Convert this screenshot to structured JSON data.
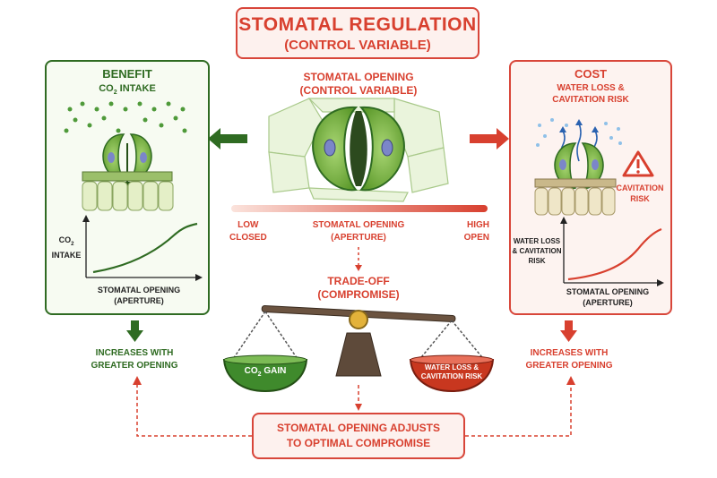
{
  "title": {
    "main": "STOMATAL REGULATION",
    "sub": "(CONTROL VARIABLE)"
  },
  "center": {
    "heading_line1": "STOMATAL OPENING",
    "heading_line2": "(CONTROL VARIABLE)",
    "scale_low_1": "LOW",
    "scale_low_2": "CLOSED",
    "scale_mid_1": "STOMATAL OPENING",
    "scale_mid_2": "(APERTURE)",
    "scale_high_1": "HIGH",
    "scale_high_2": "OPEN",
    "tradeoff_1": "TRADE-OFF",
    "tradeoff_2": "(COMPROMISE)",
    "pan_left_main": "CO",
    "pan_left_sub": "2",
    "pan_left_rest": " GAIN",
    "pan_right_1": "WATER LOSS &",
    "pan_right_2": "CAVITATION RISK"
  },
  "benefit": {
    "heading": "BENEFIT",
    "sub_main": "CO",
    "sub_sub": "2",
    "sub_rest": " INTAKE",
    "y_label_1_main": "CO",
    "y_label_1_sub": "2",
    "y_label_2": "INTAKE",
    "x_label_1": "STOMATAL OPENING",
    "x_label_2": "(APERTURE)",
    "below_1": "INCREASES WITH",
    "below_2": "GREATER OPENING"
  },
  "cost": {
    "heading": "COST",
    "sub_1": "WATER LOSS &",
    "sub_2": "CAVITATION RISK",
    "warning_1": "CAVITATION",
    "warning_2": "RISK",
    "y_label_1": "WATER LOSS",
    "y_label_2": "& CAVITATION",
    "y_label_3": "RISK",
    "x_label_1": "STOMATAL OPENING",
    "x_label_2": "(APERTURE)",
    "below_1": "INCREASES WITH",
    "below_2": "GREATER OPENING"
  },
  "bottom": {
    "line1": "STOMATAL OPENING ADJUSTS",
    "line2": "TO OPTIMAL COMPROMISE"
  },
  "colors": {
    "green": "#2f6b22",
    "red": "#d8402f",
    "leaf": "#8fc35a",
    "guard": "#6fae3a"
  }
}
